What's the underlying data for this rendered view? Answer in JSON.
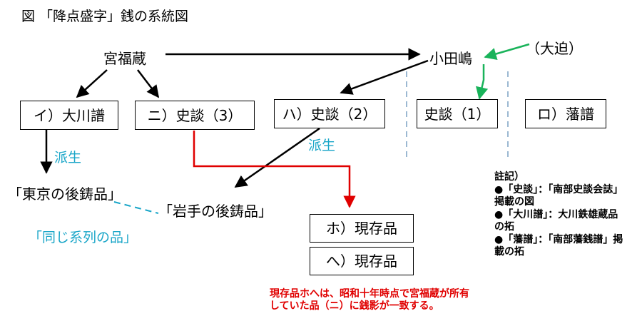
{
  "title": "図 「降点盛字」銭の系統図",
  "nodes": {
    "miyafukuzo": "宮福蔵",
    "odajima": "小田嶋",
    "osako": "（大迫）",
    "okawa": "イ）大川譜",
    "shidan3": "ニ）史談（3）",
    "shidan2": "ハ）史談（2）",
    "shidan1": "史談（1）",
    "hanpu": "ロ）藩譜",
    "tokyo": "「東京の後鋳品」",
    "iwate": "「岩手の後鋳品」",
    "genzon_ho": "ホ）現存品",
    "genzon_he": "へ）現存品"
  },
  "labels": {
    "hasei_left": "派生",
    "hasei_mid": "派生",
    "same_series": "「同じ系列の品」"
  },
  "red_note": "現存品ホへは、昭和十年時点で宮福蔵が所有していた品（ニ）に銭影が一致する。",
  "notes": {
    "heading": "註記）",
    "items": [
      "●「史談」：「南部史談会誌」",
      "掲載の図",
      "●「大川譜」：大川鉄雄蔵品",
      "の拓",
      "●「藩譜」：「南部藩銭譜」掲",
      "載の拓"
    ]
  },
  "colors": {
    "black": "#000000",
    "red": "#e00000",
    "green": "#19b35a",
    "cyan": "#1aa6c8",
    "dashed": "#7aa0c4"
  }
}
